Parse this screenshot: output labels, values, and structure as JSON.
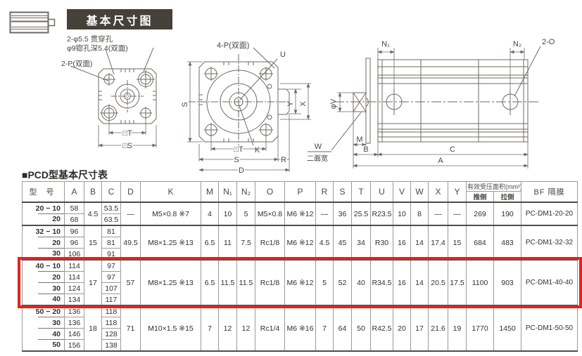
{
  "colors": {
    "accent_red": "#e8211a",
    "header_bg": "#454039",
    "line": "#6e6a62"
  },
  "header": {
    "title": "基本尺寸图"
  },
  "notes": {
    "hole_line1": "2-φ5.5 贯穿孔",
    "hole_line2": "φ9锪孔深5.4(双面)",
    "p2": "2-P(双面)"
  },
  "drawings": {
    "front_small": {
      "t": "□T",
      "s": "□S"
    },
    "front_large": {
      "p4": "4-P(双面)",
      "s_left": "S",
      "u": "U",
      "y": "Y",
      "x": "X",
      "k": "K",
      "t": "□T",
      "s_bottom": "S",
      "r": "R",
      "d": "D"
    },
    "side": {
      "n1": "N₁",
      "n2": "N₂",
      "two_o": "2-O",
      "phi_v": "φV",
      "w": "W",
      "w_note": "二面宽",
      "m": "M",
      "b": "B",
      "c": "C",
      "a": "A"
    }
  },
  "table": {
    "title": "■PCD型基本尺寸表",
    "headers": [
      "型 号",
      "A",
      "B",
      "C",
      "D",
      "K",
      "M",
      "N₁",
      "N₂",
      "O",
      "P",
      "R",
      "S",
      "T",
      "U",
      "V",
      "W",
      "X",
      "Y"
    ],
    "area_header": "有效受压面积(mm²)",
    "area_sub": [
      "推侧",
      "拉侧"
    ],
    "bf_header": "BF 隔膜",
    "groups": [
      {
        "highlight": false,
        "rows": [
          {
            "model": "20 − 10",
            "A": "58",
            "C": "53.5"
          },
          {
            "model": "20",
            "A": "68",
            "C": "63.5"
          }
        ],
        "merged": {
          "B": "4.5",
          "D": "—",
          "K": "M5×0.8 ※7",
          "M": "4",
          "N1": "10",
          "N2": "5",
          "O": "M5×0.8",
          "P": "M6 ※12",
          "R": "—",
          "S": "36",
          "T": "25.5",
          "U": "R23.5",
          "V": "10",
          "W": "8",
          "X": "—",
          "Y": "—",
          "push": "269",
          "pull": "190",
          "bf": "PC-DM1-20-20"
        }
      },
      {
        "highlight": false,
        "rows": [
          {
            "model": "32 − 10",
            "A": "96",
            "C": "81"
          },
          {
            "model": "20",
            "A": "96",
            "C": "81"
          },
          {
            "model": "30",
            "A": "106",
            "C": "91"
          }
        ],
        "merged": {
          "B": "15",
          "D": "49.5",
          "K": "M8×1.25 ※13",
          "M": "6.5",
          "N1": "11",
          "N2": "7.5",
          "O": "Rc1/8",
          "P": "M6 ※12",
          "R": "4.5",
          "S": "45",
          "T": "34",
          "U": "R30",
          "V": "16",
          "W": "14",
          "X": "17.4",
          "Y": "15",
          "push": "684",
          "pull": "483",
          "bf": "PC-DM1-32-32"
        }
      },
      {
        "highlight": true,
        "rows": [
          {
            "model": "40 − 10",
            "A": "114",
            "C": "97"
          },
          {
            "model": "20",
            "A": "114",
            "C": "97"
          },
          {
            "model": "30",
            "A": "124",
            "C": "107"
          },
          {
            "model": "40",
            "A": "134",
            "C": "117"
          }
        ],
        "merged": {
          "B": "17",
          "D": "57",
          "K": "M8×1.25 ※13",
          "M": "6.5",
          "N1": "11.5",
          "N2": "11.5",
          "O": "Rc1/8",
          "P": "M6 ※12",
          "R": "5",
          "S": "52",
          "T": "40",
          "U": "R34.5",
          "V": "16",
          "W": "14",
          "X": "20.5",
          "Y": "17.5",
          "push": "1100",
          "pull": "903",
          "bf": "PC-DM1-40-40"
        }
      },
      {
        "highlight": false,
        "rows": [
          {
            "model": "50 − 20",
            "A": "136",
            "C": "118"
          },
          {
            "model": "30",
            "A": "136",
            "C": "118"
          },
          {
            "model": "40",
            "A": "146",
            "C": "128"
          },
          {
            "model": "50",
            "A": "156",
            "C": "138"
          }
        ],
        "merged": {
          "B": "18",
          "D": "71",
          "K": "M10×1.5 ※15",
          "M": "7",
          "N1": "12",
          "N2": "12",
          "O": "Rc1/4",
          "P": "M6 ※16",
          "R": "7",
          "S": "64",
          "T": "50",
          "U": "R42.5",
          "V": "20",
          "W": "17",
          "X": "21.6",
          "Y": "19",
          "push": "1770",
          "pull": "1450",
          "bf": "PC-DM1-50-50"
        }
      }
    ]
  }
}
